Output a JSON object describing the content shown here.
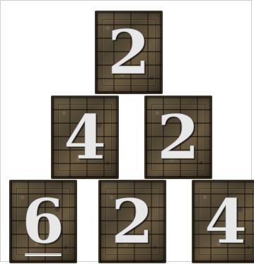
{
  "pyramid": {
    "rows": [
      {
        "tiles": [
          {
            "value": "2",
            "underlined": false
          }
        ]
      },
      {
        "tiles": [
          {
            "value": "4",
            "underlined": false
          },
          {
            "value": "2",
            "underlined": false
          }
        ]
      },
      {
        "tiles": [
          {
            "value": "6",
            "underlined": true
          },
          {
            "value": "2",
            "underlined": false
          },
          {
            "value": "4",
            "underlined": false
          }
        ]
      }
    ]
  },
  "colors": {
    "background": "#ffffff",
    "tile_stone": "#5b4f3b",
    "numeral": "#e7e7e7",
    "frame_border": "#cfcfcf"
  }
}
